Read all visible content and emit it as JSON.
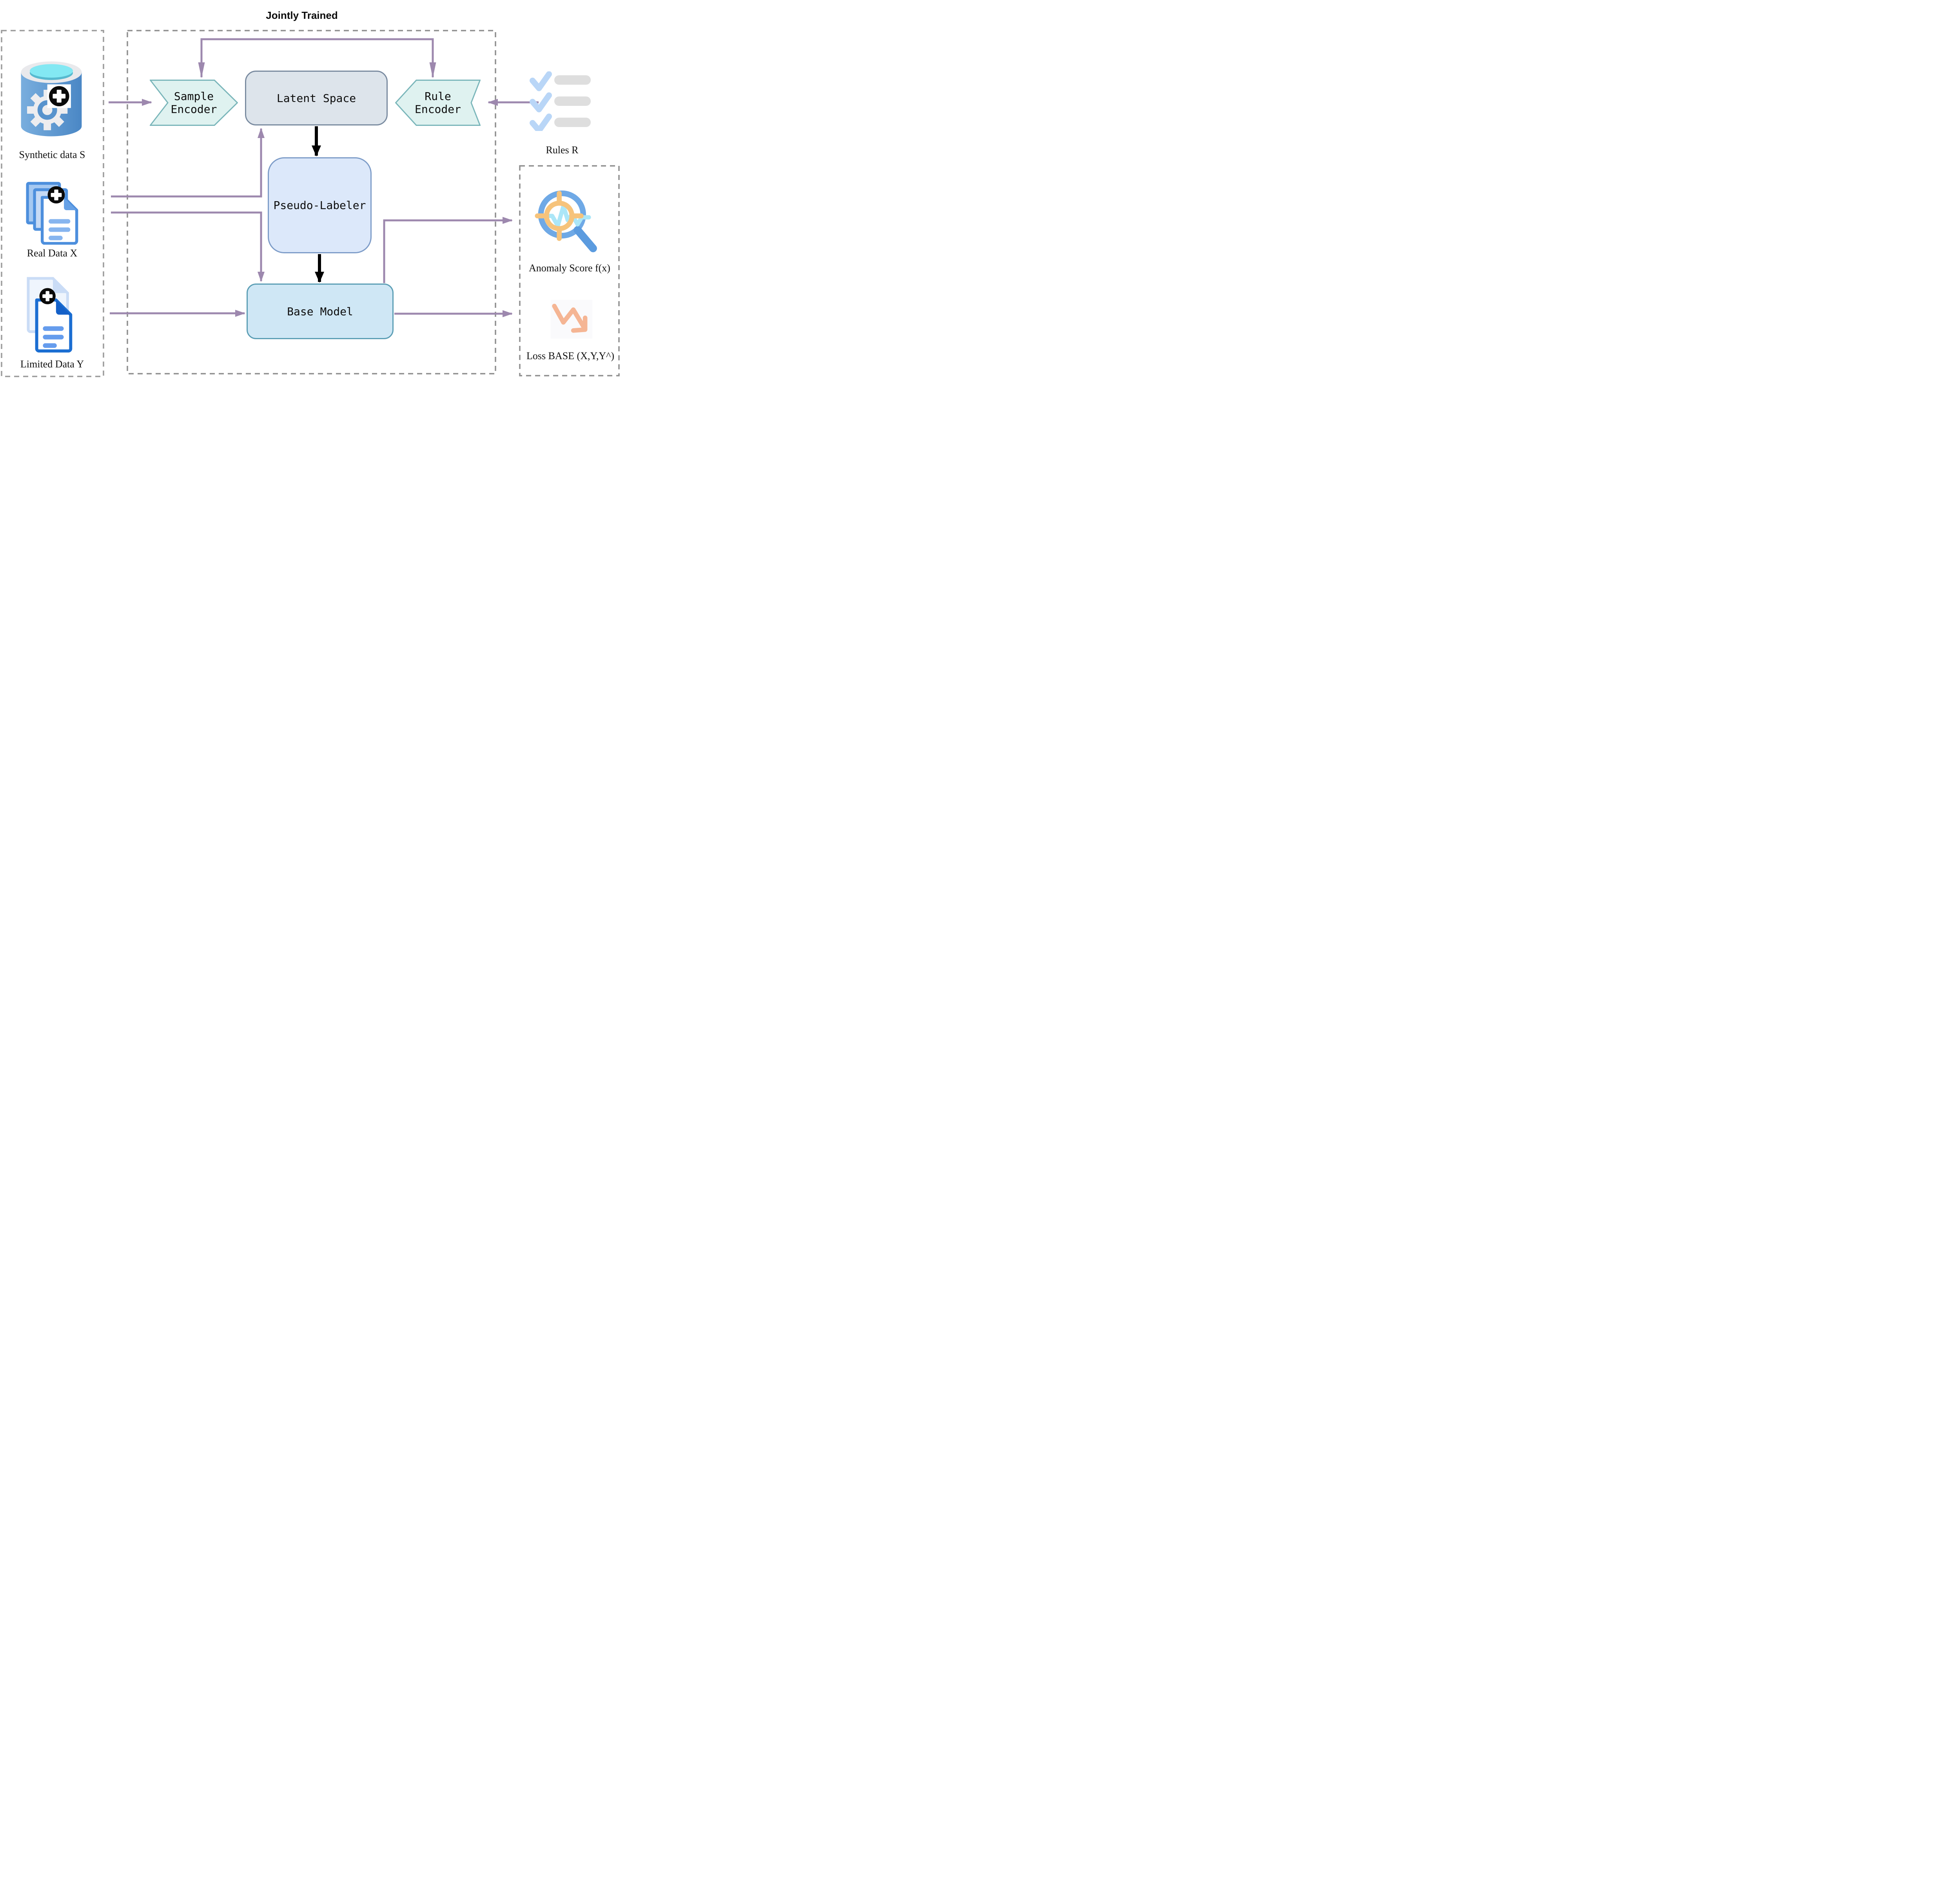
{
  "title": "Jointly Trained",
  "sources": {
    "synthetic": {
      "label": "Synthetic data S",
      "icon": "database-gear-plus-icon"
    },
    "real": {
      "label": "Real Data X",
      "icon": "document-stack-plus-icon"
    },
    "limited": {
      "label": "Limited Data Y",
      "icon": "document-pair-plus-icon"
    }
  },
  "pipeline": {
    "sample_encoder": {
      "label": "Sample Encoder",
      "line1": "Sample",
      "line2": "Encoder"
    },
    "latent_space": {
      "label": "Latent Space"
    },
    "rule_encoder": {
      "label": "Rule Encoder",
      "line1": "Rule",
      "line2": "Encoder"
    },
    "pseudo_labeler": {
      "label": "Pseudo-Labeler"
    },
    "base_model": {
      "label": "Base Model"
    }
  },
  "rules": {
    "label": "Rules R",
    "icon": "checklist-icon"
  },
  "outputs": {
    "anomaly_score": {
      "label": "Anomaly Score f(x)",
      "icon": "magnifier-crosshair-wave-icon"
    },
    "loss": {
      "label": "Loss BASE (X,Y,Y^)",
      "icon": "downtrend-arrow-icon"
    }
  },
  "colors": {
    "connector_purple": "#9d88ae",
    "connector_black": "#000000",
    "dashed_border": "#989898",
    "encoder_fill": "#dff2f0",
    "encoder_border": "#7ab6ba",
    "latent_fill": "#dde4eb",
    "latent_border": "#7a8ba0",
    "pseudo_fill": "#dce8fa",
    "pseudo_border": "#7d9cc8",
    "base_fill": "#cfe7f5",
    "base_border": "#5b9eb5",
    "icon_blue": "#4d8fdd",
    "icon_cyan": "#83e8f3",
    "icon_orange": "#f6c37b",
    "icon_salmon": "#f5b594"
  }
}
